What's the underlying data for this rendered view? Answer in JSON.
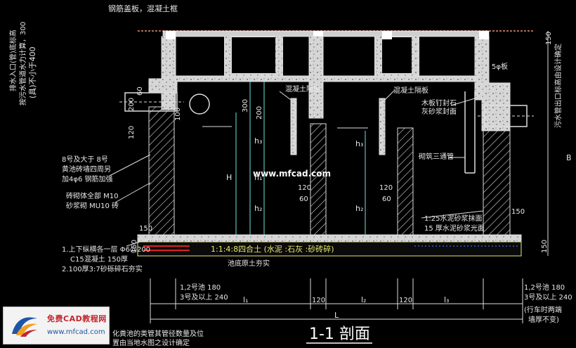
{
  "colors": {
    "background": "#000000",
    "wall": "#e8e8e8",
    "dim": "#e8e870",
    "cyan": "#6fe3e3",
    "green": "#36c436",
    "red": "#e02020",
    "brown": "#b06a55",
    "foundation": "#d8d8d8"
  },
  "labels": {
    "top_cover": "钢筋盖板，混凝土框",
    "left_pipe_note": "排水入口(管)底标高",
    "left_pipe_note2": "按污水管道水力计算，300",
    "left_pipe_note3": "(具)不小于400",
    "outlet_note": "污水管出口标高由设计确定",
    "dim_150_right": "150",
    "five_plate": "5φ板",
    "partition_1": "混凝土隔板",
    "partition_2": "混凝土隔板",
    "wood_plug": "木板钉封石",
    "wood_plug2": "灰砂浆封面",
    "tee_pipe": "砌筑三通管",
    "rebar_note_1": "8号及大于 8号",
    "rebar_note_2": "黄池砖墙四周另",
    "rebar_note_3": "加4φ6 钢筋加强",
    "masonry_1": "砖砌体全部 M10",
    "masonry_2": "砂浆砌 MU10 砖",
    "plaster_1": "1:25水泥砂浆抹面",
    "plaster_2": "15 厚水泥砂浆光面",
    "bottom_note_1": "1.上下纵横各一层 Φ6@200",
    "bottom_note_2": "C15混凝土 150厚",
    "bottom_note_3": "2.100厚3:7砂砾碎石夯实",
    "subgrade": "池底原土夯实",
    "foundation_mix": "1:1:4:8四合土 (水泥 :石灰 :砂砖碎)",
    "left_dim_a": "1,2号池 180",
    "left_dim_b": "3号及以上 240",
    "right_dim_a": "1,2号池 180",
    "right_dim_b": "3号及以上 240",
    "right_note_1": "(行车时两端",
    "right_note_2": "墙厚不变)",
    "bottom_small_1": "化粪池的类管其管径数量及位",
    "bottom_small_2": "置由当地水图之设计确定",
    "section_title": "1-1 剖面",
    "watermark": "www.mfcad.com",
    "logo_title": "免费CAD教程网",
    "logo_url": "www.mfcad.com",
    "dim_200": "200",
    "dim_60": "60",
    "dim_120_left": "120",
    "dim_300": "300",
    "dim_200b": "200",
    "dim_h3": "h₃",
    "dim_h1": "h₁",
    "dim_h2": "h₂",
    "dim_H": "H",
    "dim_h3b": "h₃",
    "dim_h2b": "h₂",
    "dim_120a": "120",
    "dim_60a": "60",
    "dim_120b": "120",
    "dim_60b": "60",
    "dim_150a": "150",
    "dim_150b": "150",
    "dim_150c": "150",
    "dim_150d": "150",
    "dim_l1": "l₁",
    "dim_l2": "l₂",
    "dim_l3": "l₃",
    "dim_L": "L",
    "dim_120c": "120",
    "dim_120d": "120",
    "dim_B": "B",
    "dim_100": "100"
  }
}
